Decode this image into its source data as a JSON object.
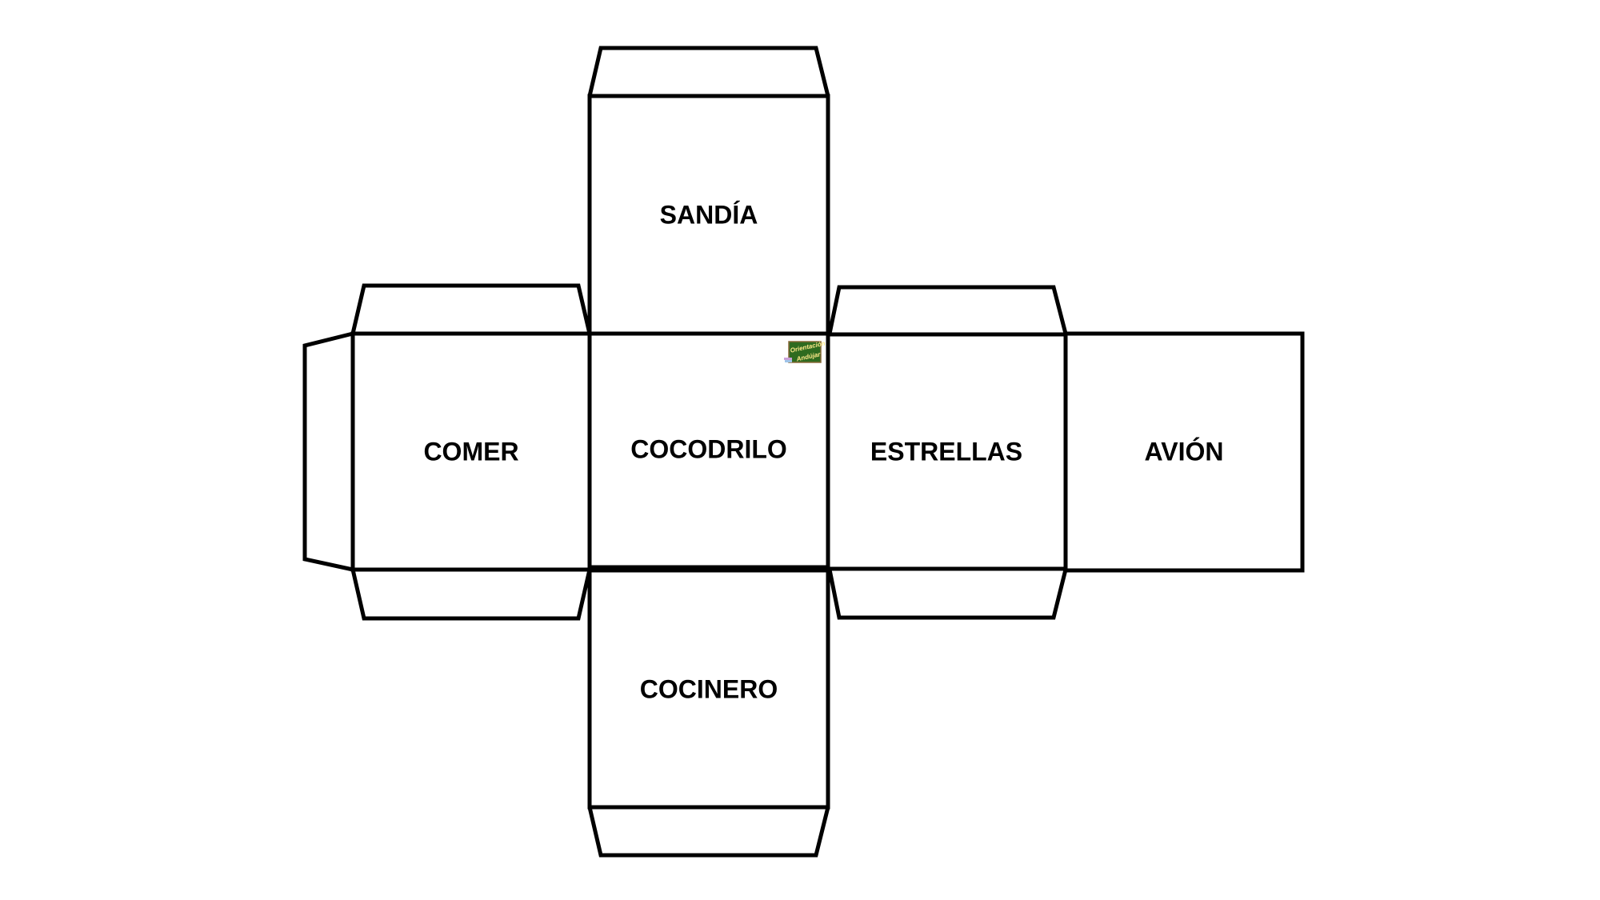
{
  "faces": {
    "top": "SANDÍA",
    "left": "COMER",
    "center": "COCODRILO",
    "right": "ESTRELLAS",
    "far_right": "AVIÓN",
    "bottom": "COCINERO"
  },
  "logo": {
    "text_line1": "Orientación",
    "text_line2": "Andújar",
    "color": "#2e6b1f"
  }
}
